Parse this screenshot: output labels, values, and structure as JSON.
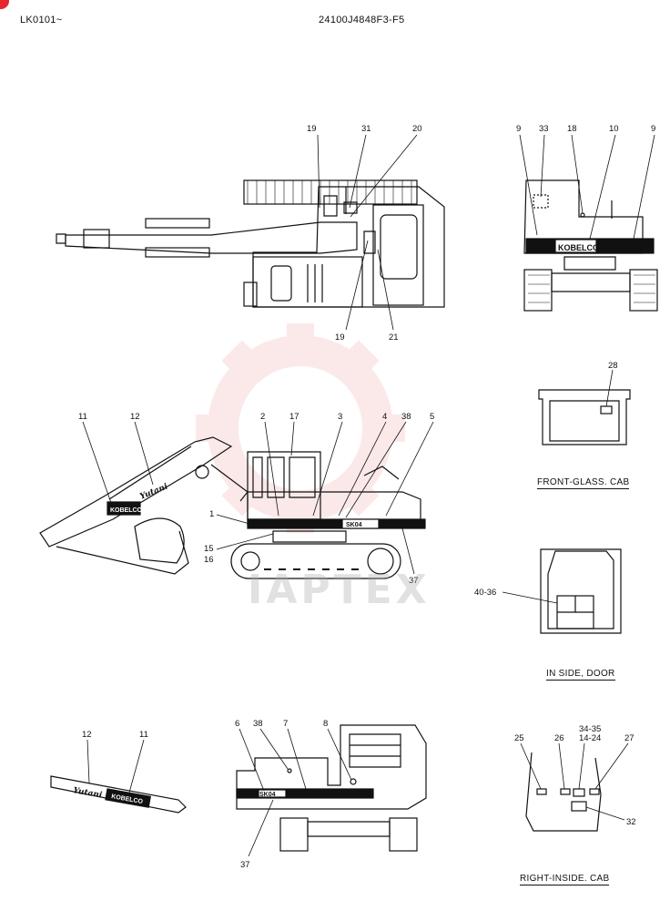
{
  "header": {
    "code_left": "LK0101~",
    "code_center": "24100J4848F3-F5"
  },
  "captions": {
    "front_glass": "FRONT-GLASS. CAB",
    "inside_door": "IN SIDE, DOOR",
    "right_inside": "RIGHT-INSIDE. CAB"
  },
  "brand": {
    "kobelco": "KOBELCO",
    "yutani": "Yutani",
    "model": "SK04"
  },
  "watermark": {
    "text": "IAPTEX"
  },
  "callouts": {
    "top_view": [
      "19",
      "31",
      "20",
      "19",
      "21"
    ],
    "rear_view": [
      "9",
      "33",
      "18",
      "10",
      "9"
    ],
    "front_glass": [
      "28"
    ],
    "side_view": [
      "11",
      "12",
      "2",
      "17",
      "3",
      "4",
      "38",
      "5",
      "1",
      "15",
      "16",
      "37"
    ],
    "inside_door": [
      "40-36"
    ],
    "boom_detail": [
      "12",
      "11"
    ],
    "right_view": [
      "6",
      "38",
      "7",
      "8",
      "37"
    ],
    "right_inside": [
      "25",
      "26",
      "34-35",
      "14-24",
      "27",
      "32"
    ]
  },
  "colors": {
    "ink": "#111111",
    "accent_red": "#e8262f",
    "watermark_red": "#f2b3b3"
  }
}
